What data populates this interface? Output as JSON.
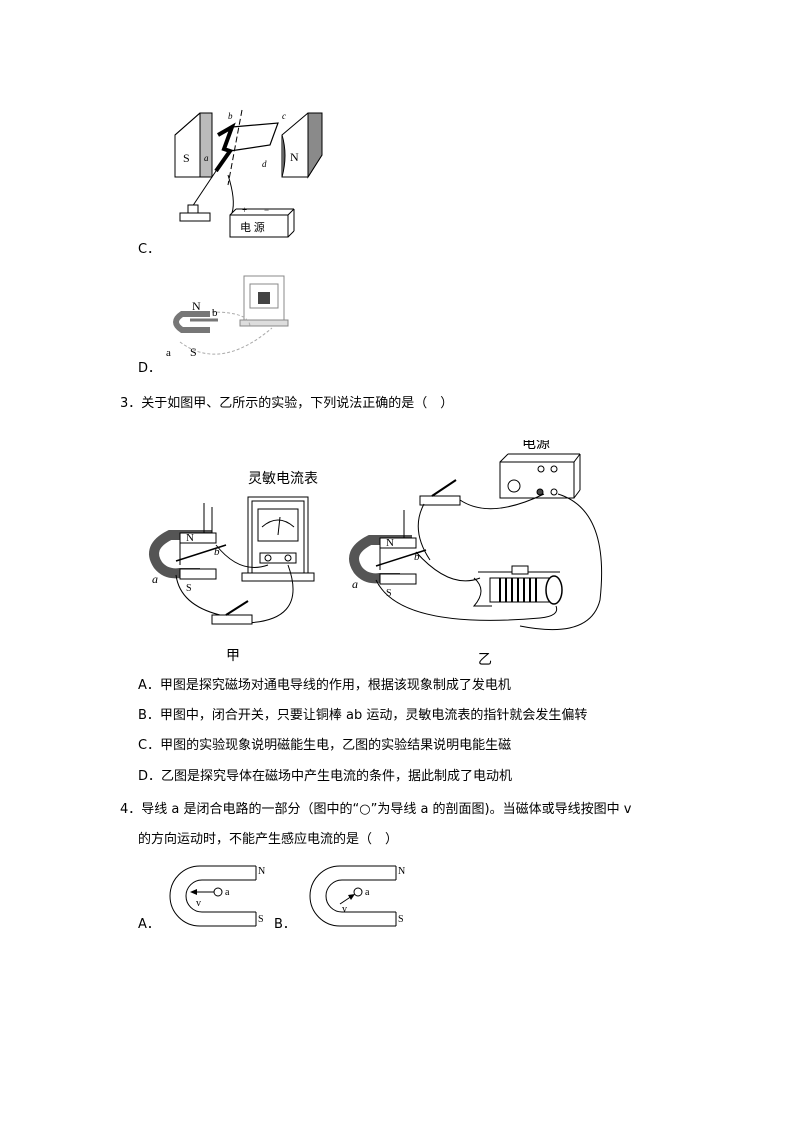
{
  "fig_c": {
    "option": "C．",
    "s": "S",
    "n": "N",
    "a": "a",
    "b": "b",
    "c": "c",
    "d": "d",
    "power": "电  源",
    "plus": "+",
    "minus": "−"
  },
  "fig_d": {
    "option": "D．",
    "n": "N",
    "s": "S",
    "a": "a",
    "b": "b"
  },
  "q3": {
    "stem": "3．关于如图甲、乙所示的实验，下列说法正确的是（　）",
    "galvanometer_label": "灵敏电流表",
    "power_label": "电源",
    "caption_jia": "甲",
    "caption_yi": "乙",
    "n": "N",
    "s": "S",
    "a": "a",
    "b": "b",
    "options": [
      "A．甲图是探究磁场对通电导线的作用，根据该现象制成了发电机",
      "B．甲图中，闭合开关，只要让铜棒 ab 运动，灵敏电流表的指针就会发生偏转",
      "C．甲图的实验现象说明磁能生电，乙图的实验结果说明电能生磁",
      "D．乙图是探究导体在磁场中产生电流的条件，据此制成了电动机"
    ]
  },
  "q4": {
    "stem_line1": "4．导线 a 是闭合电路的一部分（图中的“○”为导线 a 的剖面图)。当磁体或导线按图中 v",
    "stem_line2": "的方向运动时，不能产生感应电流的是（　）",
    "option_a": "A．",
    "option_b": "B．",
    "n": "N",
    "s": "S",
    "a": "a",
    "v": "v"
  }
}
